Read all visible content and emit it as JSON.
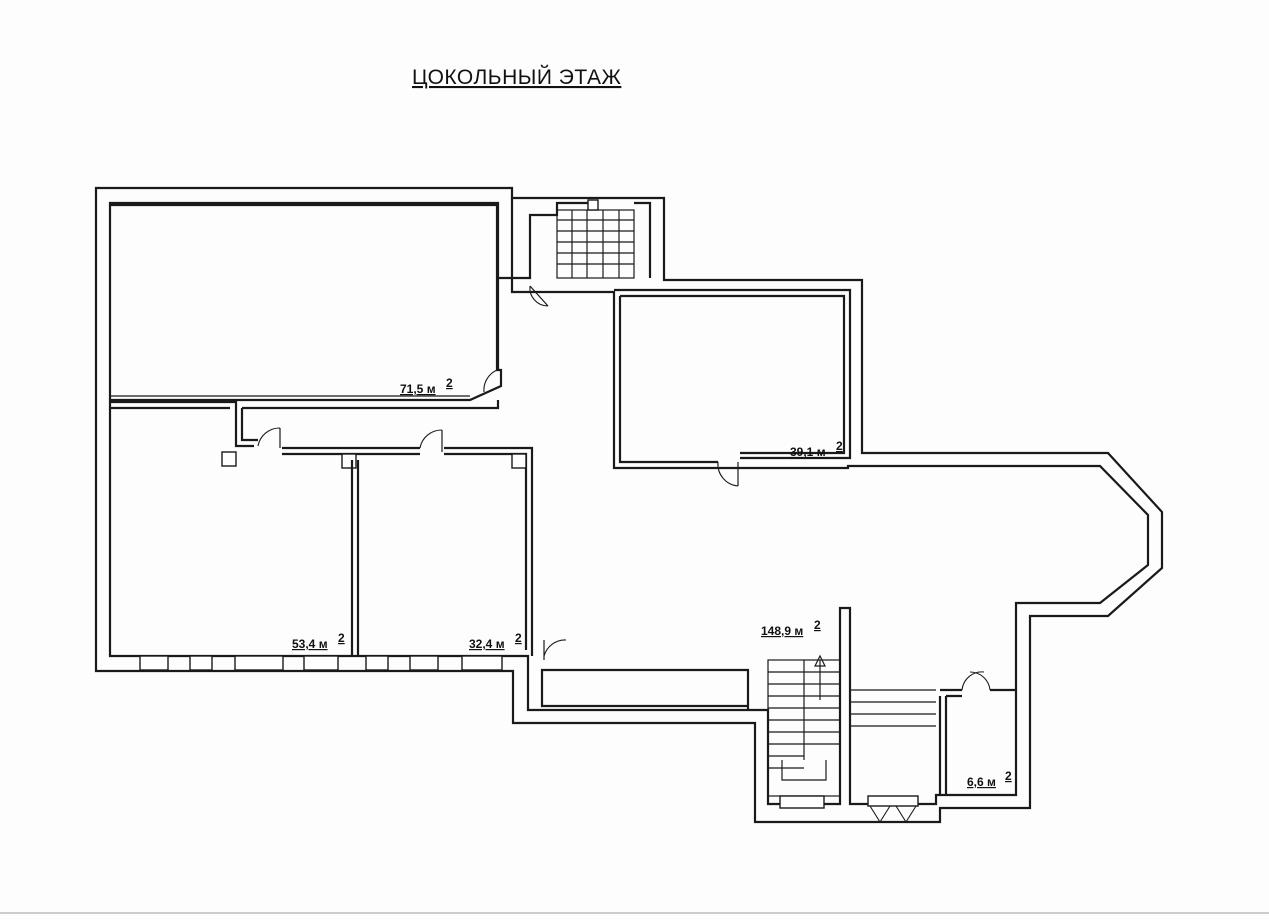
{
  "title": "ЦОКОЛЬНЫЙ ЭТАЖ",
  "rooms": [
    {
      "id": "room-1",
      "area": "71,5 м",
      "unit_exp": "2"
    },
    {
      "id": "room-2",
      "area": "39,1 м",
      "unit_exp": "2"
    },
    {
      "id": "room-3",
      "area": "53,4 м",
      "unit_exp": "2"
    },
    {
      "id": "room-4",
      "area": "32,4 м",
      "unit_exp": "2"
    },
    {
      "id": "room-5",
      "area": "148,9 м",
      "unit_exp": "2"
    },
    {
      "id": "room-6",
      "area": "6,6 м",
      "unit_exp": "2"
    }
  ]
}
